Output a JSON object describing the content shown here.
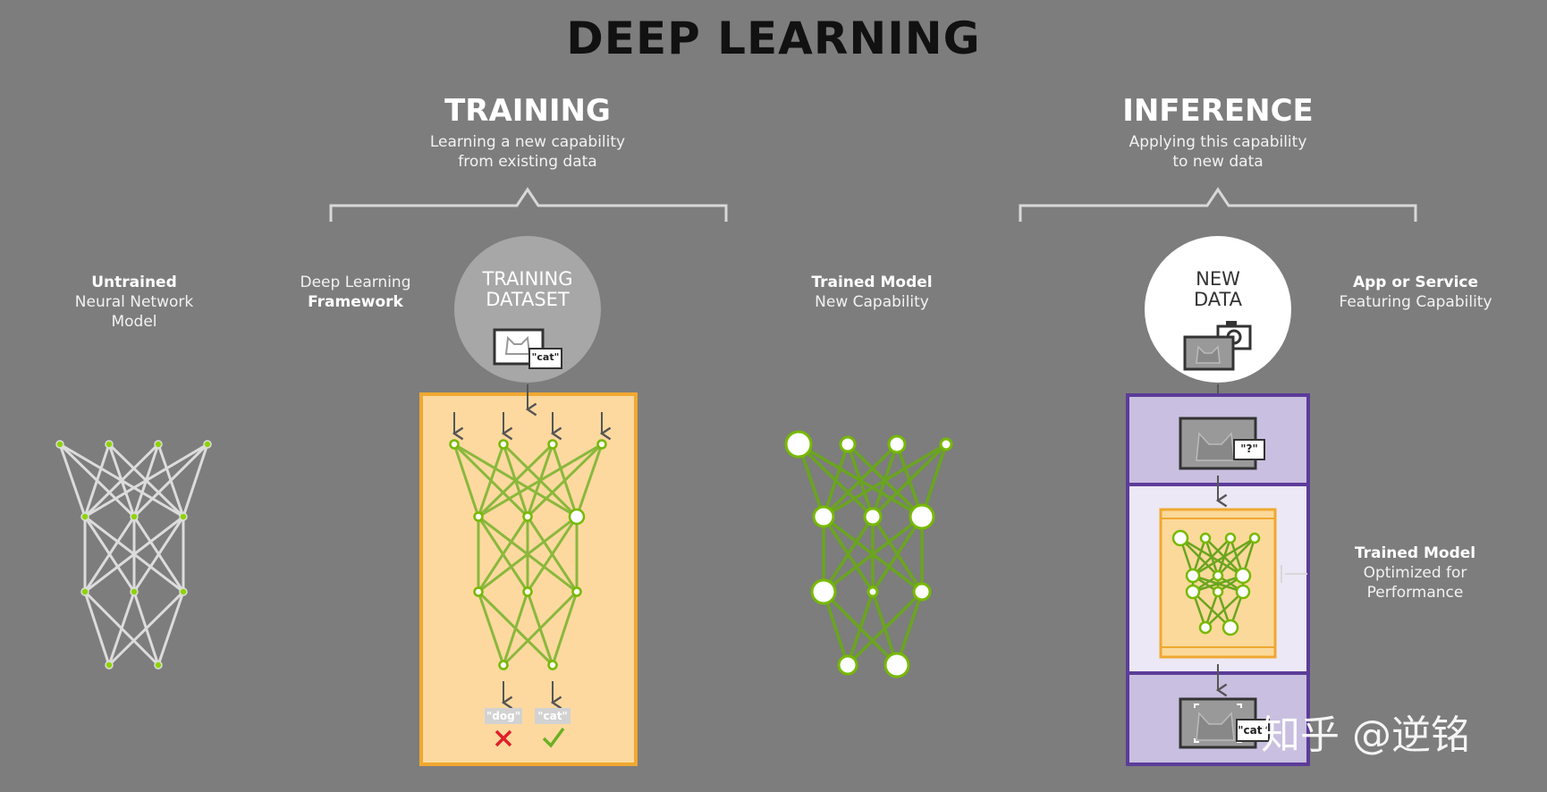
{
  "title": "DEEP LEARNING",
  "training": {
    "title": "TRAINING",
    "subtitle_line1": "Learning a new capability",
    "subtitle_line2": "from existing data"
  },
  "inference": {
    "title": "INFERENCE",
    "subtitle_line1": "Applying this capability",
    "subtitle_line2": "to new data"
  },
  "labels": {
    "untrained": {
      "bold": "Untrained",
      "line2": "Neural Network",
      "line3": "Model"
    },
    "framework": {
      "line1": "Deep Learning",
      "bold": "Framework"
    },
    "trained": {
      "bold": "Trained Model",
      "line2": "New Capability"
    },
    "app": {
      "bold": "App or Service",
      "line2": "Featuring Capability"
    },
    "optimized": {
      "bold": "Trained Model",
      "line2": "Optimized for",
      "line3": "Performance"
    }
  },
  "training_dataset": {
    "line1": "TRAINING",
    "line2": "DATASET",
    "tag": "\"cat\""
  },
  "new_data": {
    "line1": "NEW",
    "line2": "DATA"
  },
  "outputs": {
    "dog": "\"dog\"",
    "cat": "\"cat\"",
    "question": "\"?\"",
    "result_cat": "\"cat\""
  },
  "watermark": "知乎 @逆铭",
  "colors": {
    "background": "#7d7d7d",
    "green": "#76b900",
    "orange_box": "#f6c26b",
    "purple_box": "#5c3c99",
    "lavender": "#c9bfe0"
  },
  "icons": [
    "cat-image-icon",
    "camera-icon",
    "down-arrow-icon",
    "x-mark-icon",
    "check-mark-icon"
  ]
}
